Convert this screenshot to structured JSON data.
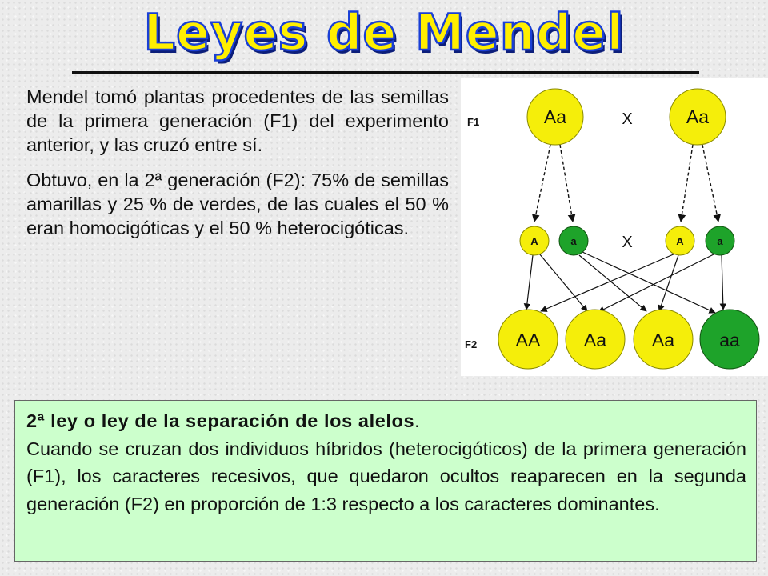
{
  "title": "Leyes de Mendel",
  "intro": {
    "p1": "Mendel tomó plantas procedentes de las semillas de la primera generación (F1) del experimento anterior, y las cruzó entre sí.",
    "p2": "Obtuvo, en la 2ª generación (F2): 75% de semillas amarillas y 25 % de verdes, de las cuales el 50 % eran homocigóticas y el 50 % heterocigóticas."
  },
  "diagram": {
    "f1_label": "F1",
    "f2_label": "F2",
    "cross_symbol": "X",
    "parents": [
      "Aa",
      "Aa"
    ],
    "gametes": [
      "A",
      "a",
      "A",
      "a"
    ],
    "offspring": [
      "AA",
      "Aa",
      "Aa",
      "aa"
    ],
    "colors": {
      "dominant_yellow": "#f5ee0a",
      "recessive_green": "#1ea32a",
      "circle_stroke": "#8a8a00"
    }
  },
  "law": {
    "title": "2ª ley o ley de la separación de los alelos",
    "title_suffix": ".",
    "text": "Cuando se cruzan dos individuos híbridos (heterocigóticos) de la primera generación (F1), los caracteres recesivos, que quedaron ocultos reaparecen en la segunda generación (F2) en proporción de 1:3 respecto a los caracteres dominantes."
  }
}
